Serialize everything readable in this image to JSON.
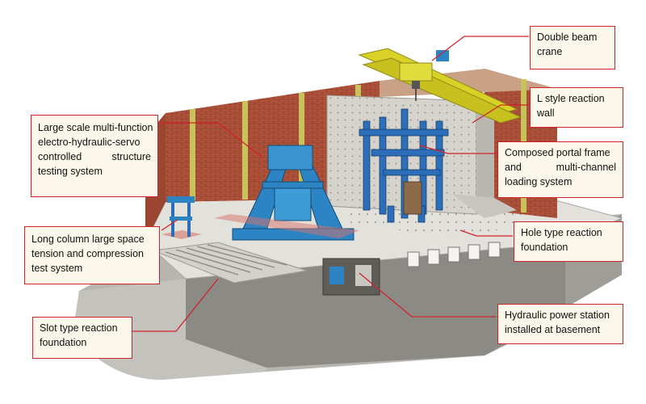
{
  "labels": {
    "crane": [
      "Double beam",
      "crane"
    ],
    "l_wall": [
      "L style reaction",
      "wall"
    ],
    "testing_system": [
      "Large scale multi-function",
      "electro-hydraulic-servo",
      [
        "controlled",
        "structure"
      ],
      "testing system"
    ],
    "portal_frame": [
      "Composed portal frame",
      [
        "and",
        "multi-channel"
      ],
      "loading system"
    ],
    "long_column": [
      "Long column large space",
      "tension and compression",
      "test system"
    ],
    "hole_foundation": [
      "Hole type reaction",
      "foundation"
    ],
    "hydraulic_station": [
      "Hydraulic power station",
      "installed at basement"
    ],
    "slot_foundation": [
      "Slot type reaction",
      "foundation"
    ]
  },
  "colors": {
    "callout_border": "#d2232a",
    "callout_fill": "#fbf7ea",
    "leader": "#d2232a",
    "brick": "#b1533a",
    "steel_blue": "#2c84c4",
    "crane_yellow": "#d9d125",
    "wall": "#d5d3cc",
    "floor": "#e3e1db"
  }
}
